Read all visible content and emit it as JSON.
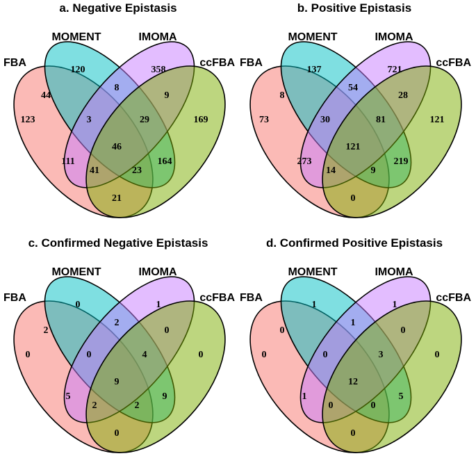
{
  "set_labels": {
    "fba": "FBA",
    "moment": "MOMENT",
    "imoma": "IMOMA",
    "ccfba": "ccFBA"
  },
  "colors": {
    "fba": "#f8766d",
    "moment": "#00bfc4",
    "imoma": "#c77cff",
    "ccfba": "#7cae00"
  },
  "panels": [
    {
      "title": "a. Negative Epistasis",
      "counts": {
        "fba": "123",
        "moment": "120",
        "imoma": "358",
        "ccfba": "169",
        "fba_moment": "44",
        "moment_imoma": "8",
        "imoma_ccfba": "9",
        "fba_moment_imoma": "3",
        "moment_imoma_ccfba": "29",
        "all": "46",
        "fba_imoma": "111",
        "moment_ccfba": "164",
        "fba_imoma_ccfba": "41",
        "fba_moment_ccfba": "23",
        "fba_ccfba": "21"
      }
    },
    {
      "title": "b. Positive Epistasis",
      "counts": {
        "fba": "73",
        "moment": "137",
        "imoma": "721",
        "ccfba": "121",
        "fba_moment": "8",
        "moment_imoma": "54",
        "imoma_ccfba": "28",
        "fba_moment_imoma": "30",
        "moment_imoma_ccfba": "81",
        "all": "121",
        "fba_imoma": "273",
        "moment_ccfba": "219",
        "fba_imoma_ccfba": "14",
        "fba_moment_ccfba": "9",
        "fba_ccfba": "0"
      }
    },
    {
      "title": "c. Confirmed Negative Epistasis",
      "counts": {
        "fba": "0",
        "moment": "0",
        "imoma": "1",
        "ccfba": "0",
        "fba_moment": "2",
        "moment_imoma": "2",
        "imoma_ccfba": "0",
        "fba_moment_imoma": "0",
        "moment_imoma_ccfba": "4",
        "all": "9",
        "fba_imoma": "5",
        "moment_ccfba": "9",
        "fba_imoma_ccfba": "2",
        "fba_moment_ccfba": "2",
        "fba_ccfba": "0"
      }
    },
    {
      "title": "d. Confirmed Positive Epistasis",
      "counts": {
        "fba": "0",
        "moment": "1",
        "imoma": "1",
        "ccfba": "0",
        "fba_moment": "0",
        "moment_imoma": "1",
        "imoma_ccfba": "0",
        "fba_moment_imoma": "0",
        "moment_imoma_ccfba": "3",
        "all": "12",
        "fba_imoma": "1",
        "moment_ccfba": "5",
        "fba_imoma_ccfba": "0",
        "fba_moment_ccfba": "0",
        "fba_ccfba": "0"
      }
    }
  ]
}
